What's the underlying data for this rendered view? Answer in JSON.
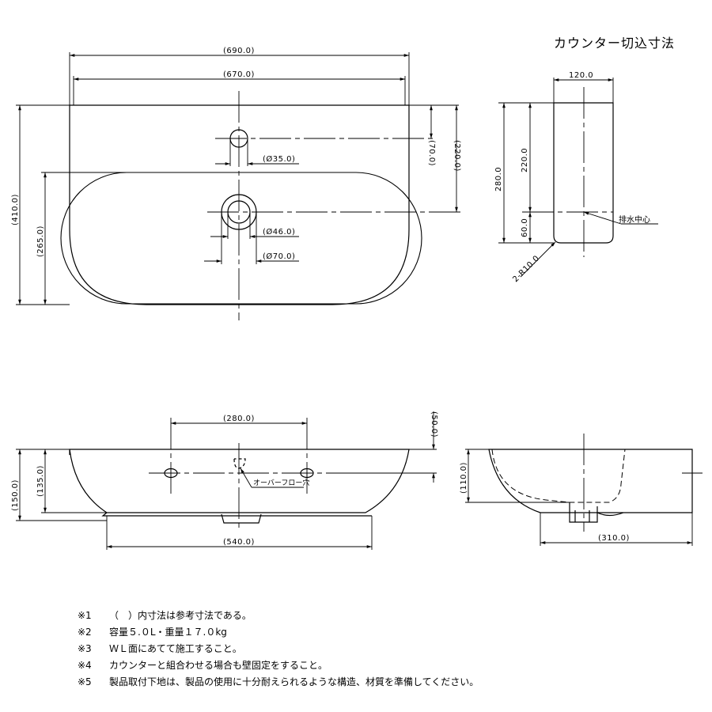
{
  "title": "カウンター切込寸法",
  "top_view": {
    "dims": {
      "w690": "(690.0)",
      "w670": "(670.0)",
      "h70": "(70.0)",
      "h220": "(220.0)",
      "h410": "(410.0)",
      "h265": "(265.0)",
      "d35": "(Ø35.0)",
      "d46": "(Ø46.0)",
      "d70": "(Ø70.0)"
    }
  },
  "cutout_view": {
    "dims": {
      "w120": "120.0",
      "h280": "280.0",
      "h220": "220.0",
      "h60": "60.0",
      "radius": "2-R10.0"
    },
    "drain_label": "排水中心"
  },
  "front_view": {
    "dims": {
      "w280": "(280.0)",
      "h50": "(50.0)",
      "h150": "(150.0)",
      "h135": "(135.0)",
      "w540": "(540.0)"
    },
    "overflow_label": "オーバーフロー穴"
  },
  "side_view": {
    "dims": {
      "h110": "(110.0)",
      "w310": "(310.0)"
    }
  },
  "notes": [
    {
      "no": "※1",
      "text": "（　）内寸法は参考寸法である。"
    },
    {
      "no": "※2",
      "text": "容量５.０L・重量１７.０kg"
    },
    {
      "no": "※3",
      "text": "ＷＬ面にあてて施工すること。"
    },
    {
      "no": "※4",
      "text": "カウンターと組合わせる場合も壁固定をすること。"
    },
    {
      "no": "※5",
      "text": "製品取付下地は、製品の使用に十分耐えられるような構造、材質を準備してください。"
    }
  ]
}
